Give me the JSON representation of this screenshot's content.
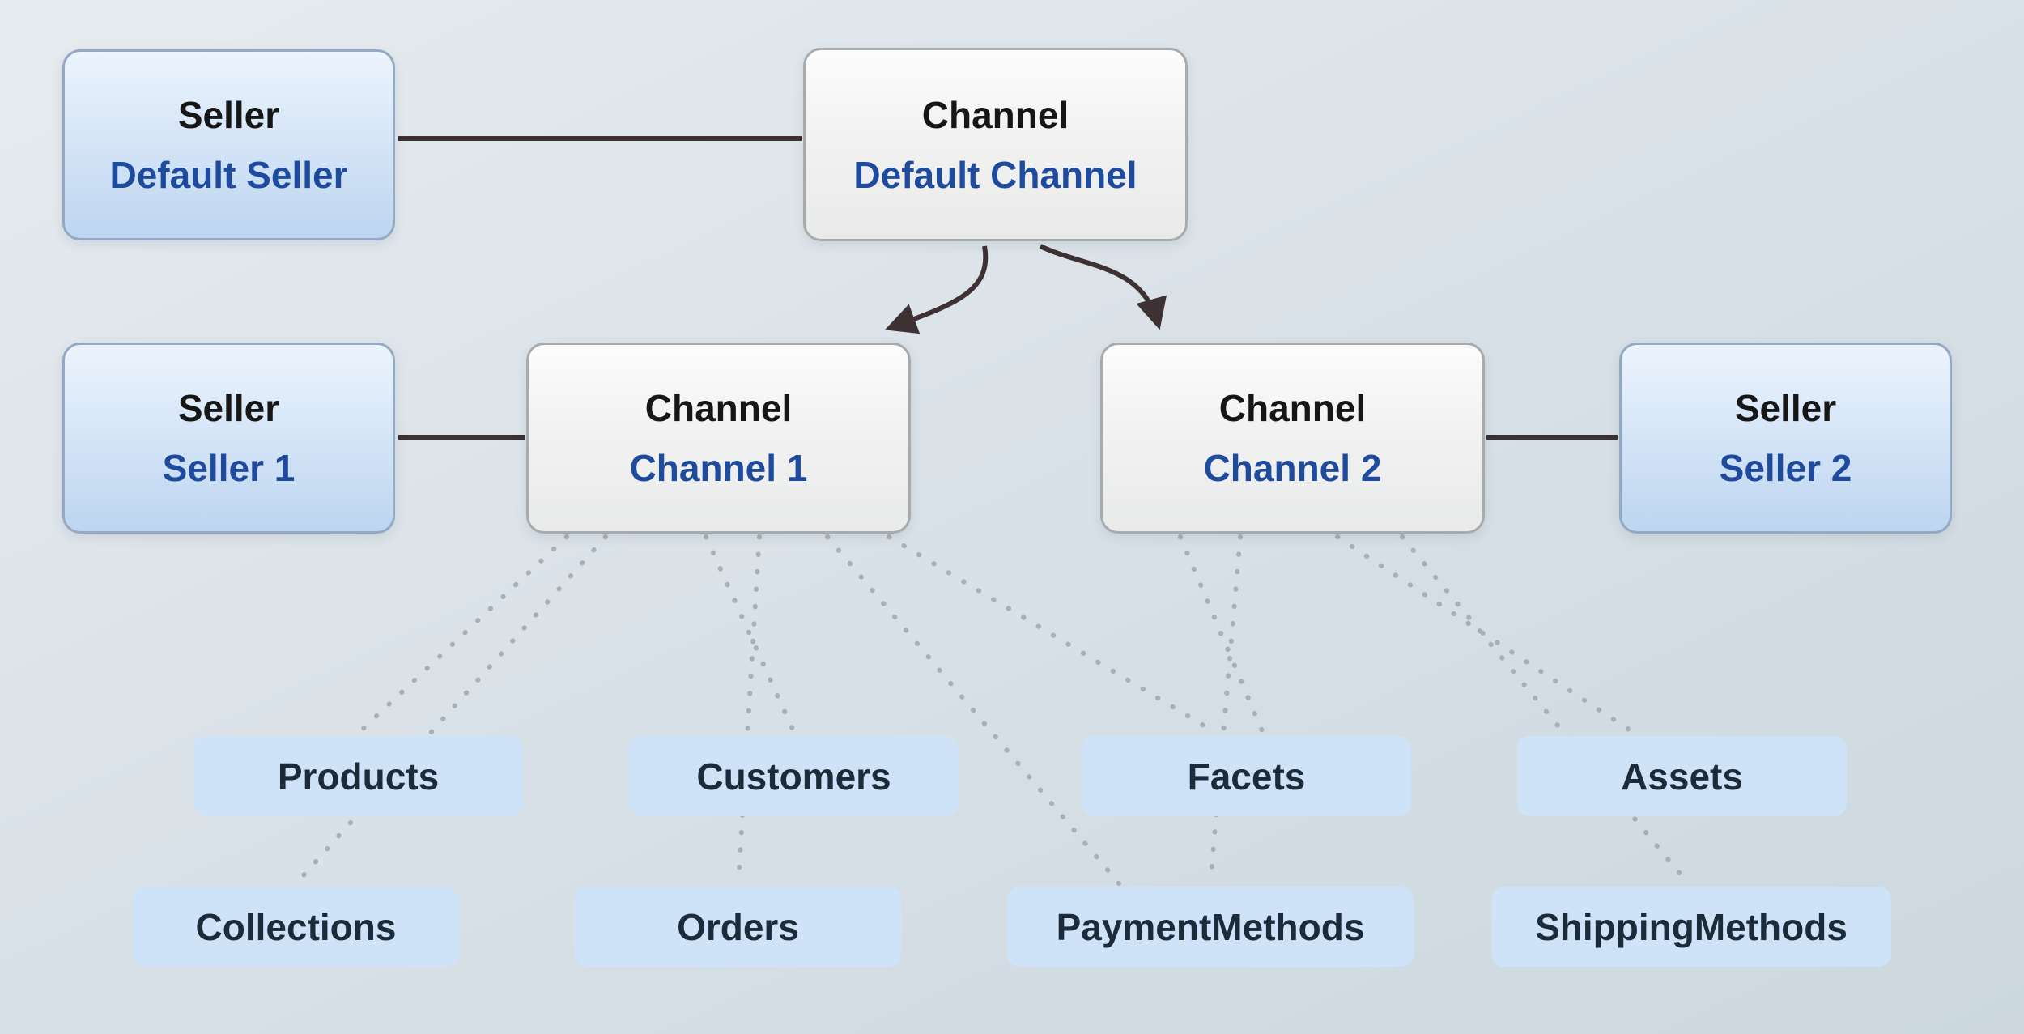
{
  "nodes": [
    {
      "id": "default-seller",
      "type": "seller",
      "title": "Seller",
      "subtitle": "Default Seller"
    },
    {
      "id": "default-channel",
      "type": "channel",
      "title": "Channel",
      "subtitle": "Default Channel"
    },
    {
      "id": "seller-1",
      "type": "seller",
      "title": "Seller",
      "subtitle": "Seller 1"
    },
    {
      "id": "channel-1",
      "type": "channel",
      "title": "Channel",
      "subtitle": "Channel 1"
    },
    {
      "id": "channel-2",
      "type": "channel",
      "title": "Channel",
      "subtitle": "Channel 2"
    },
    {
      "id": "seller-2",
      "type": "seller",
      "title": "Seller",
      "subtitle": "Seller 2"
    }
  ],
  "entities": [
    {
      "label": "Products"
    },
    {
      "label": "Customers"
    },
    {
      "label": "Facets"
    },
    {
      "label": "Assets"
    },
    {
      "label": "Collections"
    },
    {
      "label": "Orders"
    },
    {
      "label": "PaymentMethods"
    },
    {
      "label": "ShippingMethods"
    }
  ],
  "edges": {
    "solid": [
      {
        "from": "default-seller",
        "to": "default-channel"
      },
      {
        "from": "seller-1",
        "to": "channel-1"
      },
      {
        "from": "channel-2",
        "to": "seller-2"
      }
    ],
    "arrows": [
      {
        "from": "default-channel",
        "to": "channel-1"
      },
      {
        "from": "default-channel",
        "to": "channel-2"
      }
    ],
    "dotted_from_channel_1": [
      "Products",
      "Collections",
      "Customers",
      "Orders",
      "PaymentMethods",
      "Facets"
    ],
    "dotted_from_channel_2": [
      "Facets",
      "PaymentMethods",
      "Assets",
      "ShippingMethods"
    ]
  },
  "colors": {
    "background_top": "#e6ebef",
    "background_bottom": "#ccd7df",
    "seller_box_top": "#ecf4fd",
    "seller_box_bottom": "#bdd5f0",
    "channel_box_top": "#fcfcfc",
    "channel_box_bottom": "#e9eaea",
    "entity_chip": "#cfe3f8",
    "title_text": "#161616",
    "subtitle_blue": "#1e4b9e",
    "entity_text": "#1c2b3a",
    "solid_line": "#3d3134",
    "dotted_line": "#a9b0b5"
  }
}
